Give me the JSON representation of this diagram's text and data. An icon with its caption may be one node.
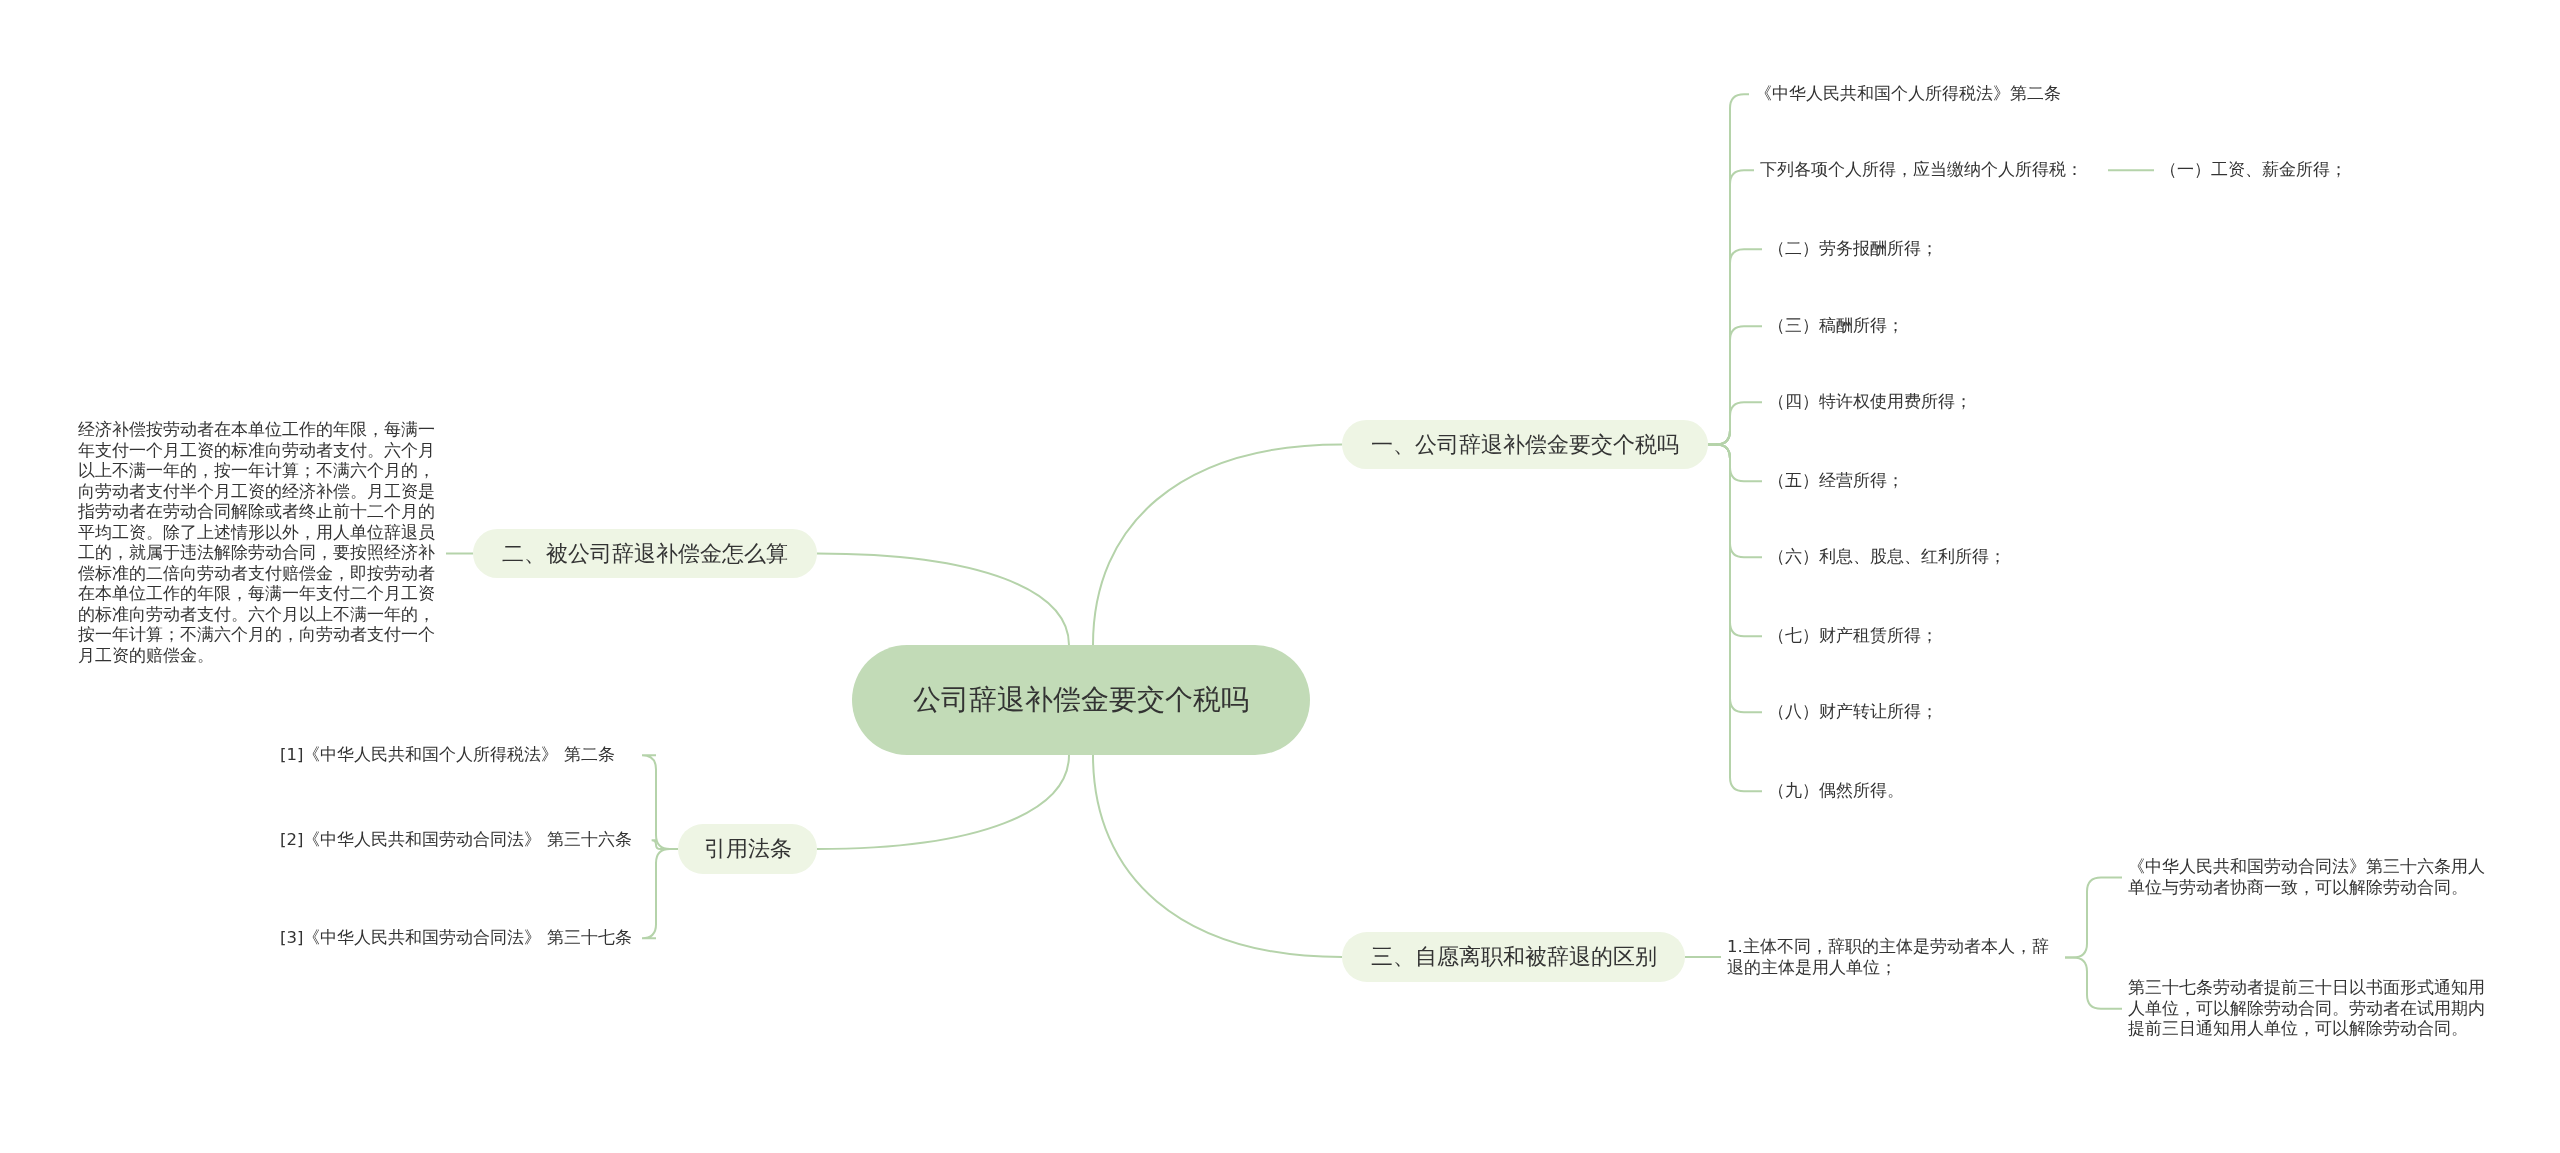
{
  "diagram": {
    "nodes": [
      {
        "text": [
          "公司辞退补偿金要交个税吗"
        ]
      },
      {
        "text": [
          "一、公司辞退补偿金要交个税吗"
        ]
      },
      {
        "text": [
          "《中华人民共和国个人所得税法》第二条"
        ]
      },
      {
        "text": [
          "下列各项个人所得，应当缴纳个人所得税："
        ]
      },
      {
        "text": [
          "（一）工资、薪金所得；"
        ]
      },
      {
        "text": [
          "（二）劳务报酬所得；"
        ]
      },
      {
        "text": [
          "（三）稿酬所得；"
        ]
      },
      {
        "text": [
          "（四）特许权使用费所得；"
        ]
      },
      {
        "text": [
          "（五）经营所得；"
        ]
      },
      {
        "text": [
          "（六）利息、股息、红利所得；"
        ]
      },
      {
        "text": [
          "（七）财产租赁所得；"
        ]
      },
      {
        "text": [
          "（八）财产转让所得；"
        ]
      },
      {
        "text": [
          "（九）偶然所得。"
        ]
      },
      {
        "text": [
          "三、自愿离职和被辞退的区别"
        ]
      },
      {
        "text": [
          "1.主体不同，辞职的主体是劳动者本人，辞退的主体是用人单位；"
        ]
      },
      {
        "text": [
          "《中华人民共和国劳动合同法》第三十六条用人单位与劳动者协商一致，可以解除劳动合同。"
        ]
      },
      {
        "text": [
          "第三十七条劳动者提前三十日以书面形式通知用人单位，可以解除劳动合同。劳动者在试用期内提前三日通知用人单位，可以解除劳动合同。"
        ]
      },
      {
        "text": [
          "二、被公司辞退补偿金怎么算"
        ]
      },
      {
        "text": [
          "经济补偿按劳动者在本单位工作的年限，每满一年支付一个月工资的标准向劳动者支付。六个月以上不满一年的，按一年计算；不满六个月的，向劳动者支付半个月工资的经济补偿。月工资是指劳动者在劳动合同解除或者终止前十二个月的平均工资。除了上述情形以外，用人单位辞退员工的，就属于违法解除劳动合同，要按照经济补偿标准的二倍向劳动者支付赔偿金，即按劳动者在本单位工作的年限，每满一年支付二个月工资的标准向劳动者支付。六个月以上不满一年的，按一年计算；不满六个月的，向劳动者支付一个月工资的赔偿金。"
        ]
      },
      {
        "text": [
          "引用法条"
        ]
      },
      {
        "text": [
          "[1]《中华人民共和国个人所得税法》 第二条"
        ]
      },
      {
        "text": [
          "[2]《中华人民共和国劳动合同法》 第三十六条"
        ]
      },
      {
        "text": [
          "[3]《中华人民共和国劳动合同法》 第三十七条"
        ]
      }
    ],
    "edges": [
      {
        "from": 0,
        "to": 1,
        "arrow": "none"
      },
      {
        "from": 1,
        "to": 2,
        "arrow": "none"
      },
      {
        "from": 1,
        "to": 3,
        "arrow": "none"
      },
      {
        "from": 3,
        "to": 4,
        "arrow": "none"
      },
      {
        "from": 1,
        "to": 5,
        "arrow": "none"
      },
      {
        "from": 1,
        "to": 6,
        "arrow": "none"
      },
      {
        "from": 1,
        "to": 7,
        "arrow": "none"
      },
      {
        "from": 1,
        "to": 8,
        "arrow": "none"
      },
      {
        "from": 1,
        "to": 9,
        "arrow": "none"
      },
      {
        "from": 1,
        "to": 10,
        "arrow": "none"
      },
      {
        "from": 1,
        "to": 11,
        "arrow": "none"
      },
      {
        "from": 1,
        "to": 12,
        "arrow": "none"
      },
      {
        "from": 0,
        "to": 13,
        "arrow": "none"
      },
      {
        "from": 13,
        "to": 14,
        "arrow": "none"
      },
      {
        "from": 14,
        "to": 15,
        "arrow": "none"
      },
      {
        "from": 14,
        "to": 16,
        "arrow": "none"
      },
      {
        "from": 0,
        "to": 17,
        "arrow": "none"
      },
      {
        "from": 17,
        "to": 18,
        "arrow": "none"
      },
      {
        "from": 0,
        "to": 19,
        "arrow": "none"
      },
      {
        "from": 19,
        "to": 20,
        "arrow": "none"
      },
      {
        "from": 19,
        "to": 21,
        "arrow": "none"
      },
      {
        "from": 19,
        "to": 22,
        "arrow": "none"
      }
    ]
  }
}
